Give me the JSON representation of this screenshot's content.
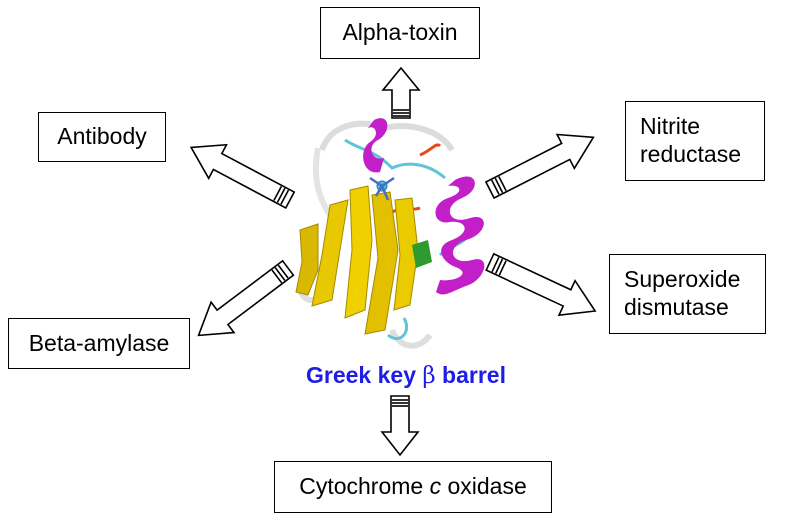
{
  "targets": {
    "alpha_toxin": "Alpha-toxin",
    "antibody": "Antibody",
    "nitrite_line1": "Nitrite",
    "nitrite_line2": "reductase",
    "sod_line1": "Superoxide",
    "sod_line2": "dismutase",
    "beta_amylase": "Beta-amylase",
    "cyto_pre": "Cytochrome ",
    "cyto_italic": "c",
    "cyto_post": " oxidase"
  },
  "center": {
    "caption_pre": "Greek key ",
    "caption_beta": "β",
    "caption_post": " barrel"
  },
  "colors": {
    "strand": "#e8c800",
    "helix": "#c21fc8",
    "coil": "#e2e2e2",
    "loop": "#5fc4d8",
    "accent_loop": "#e24a1a",
    "caption": "#1d1de6"
  }
}
